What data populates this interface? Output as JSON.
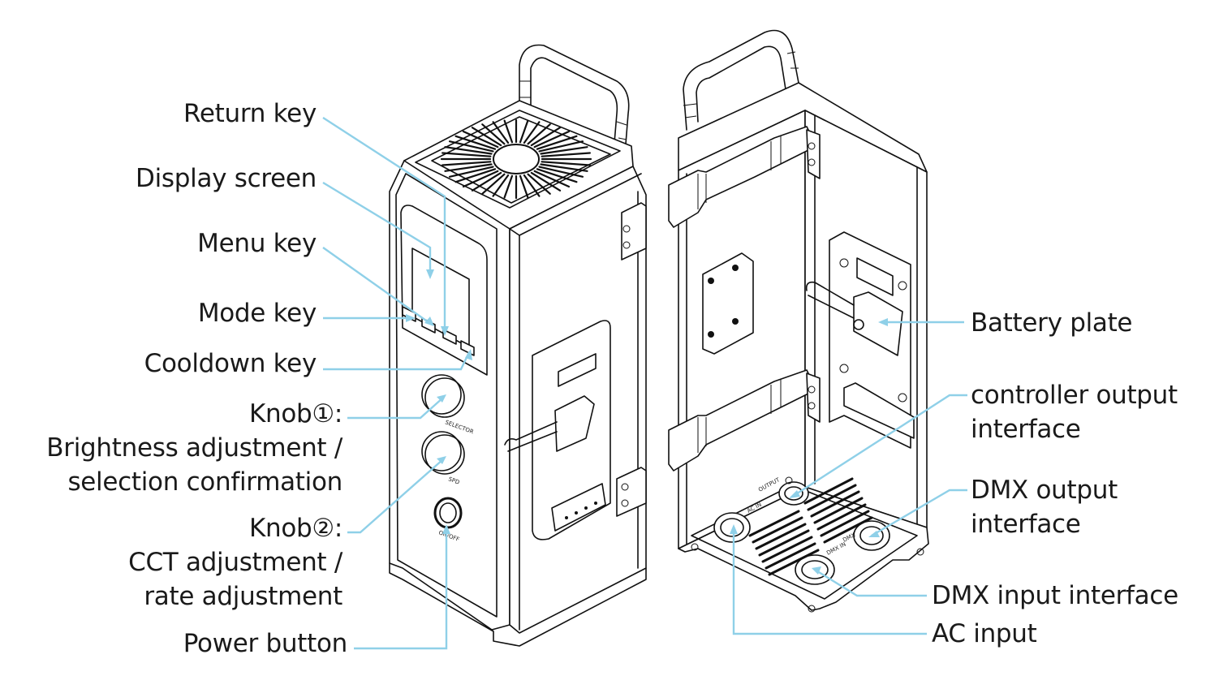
{
  "diagram": {
    "left_view": "front/side view of light unit",
    "right_view": "rear/bottom view of light unit",
    "leader_color": "#8fd0e8",
    "text_color": "#1a1a1a"
  },
  "callouts_left": {
    "return_key": "Return key",
    "display_screen": "Display screen",
    "menu_key": "Menu key",
    "mode_key": "Mode key",
    "cooldown_key": "Cooldown key",
    "knob1_title": "Knob①:",
    "knob1_line1": "Brightness adjustment /",
    "knob1_line2": "selection confirmation",
    "knob2_title": "Knob②:",
    "knob2_line1": "CCT adjustment /",
    "knob2_line2": "rate adjustment",
    "power_button": "Power button"
  },
  "callouts_right": {
    "battery_plate": "Battery plate",
    "controller_output_line1": "controller output",
    "controller_output_line2": "interface",
    "dmx_output_line1": "DMX output",
    "dmx_output_line2": "interface",
    "dmx_input": "DMX input interface",
    "ac_input": "AC input"
  },
  "device_markings": {
    "knob1": "SELECTOR",
    "knob2": "SPD",
    "power": "ON/OFF",
    "output_port": "OUTPUT",
    "ac_port": "AC IN",
    "dmx_in_port": "DMX IN",
    "dmx_out_port": "DMX"
  }
}
